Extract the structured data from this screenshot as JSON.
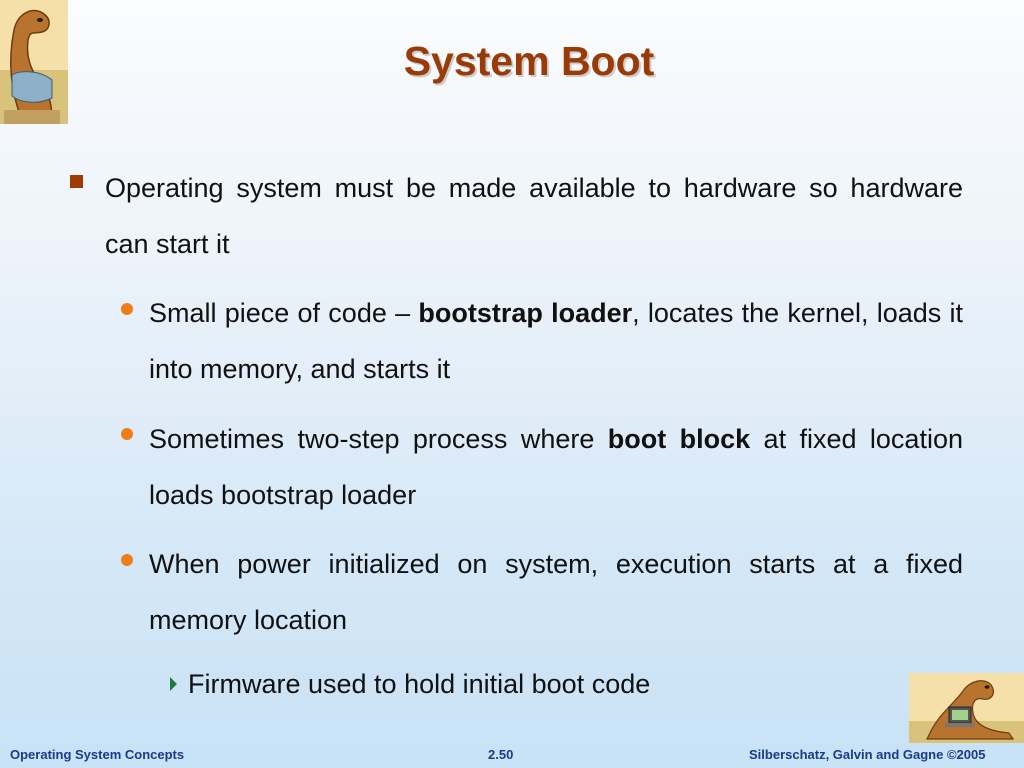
{
  "slide": {
    "title": "System Boot",
    "bullets": [
      {
        "level": 1,
        "parts": [
          {
            "text": "Operating system must be made available to hardware so hardware can start it",
            "bold": false
          }
        ]
      },
      {
        "level": 2,
        "parts": [
          {
            "text": "Small piece of code – ",
            "bold": false
          },
          {
            "text": "bootstrap loader",
            "bold": true
          },
          {
            "text": ", locates the kernel, loads it into memory, and starts it",
            "bold": false
          }
        ]
      },
      {
        "level": 2,
        "parts": [
          {
            "text": "Sometimes two-step process where ",
            "bold": false
          },
          {
            "text": "boot block",
            "bold": true
          },
          {
            "text": " at fixed location loads bootstrap loader",
            "bold": false
          }
        ]
      },
      {
        "level": 2,
        "parts": [
          {
            "text": "When power initialized on system, execution starts at a fixed memory location",
            "bold": false
          }
        ]
      },
      {
        "level": 3,
        "parts": [
          {
            "text": "Firmware used to hold initial boot code",
            "bold": false
          }
        ]
      }
    ]
  },
  "footer": {
    "left": "Operating System Concepts",
    "center": "2.50",
    "right": "Silberschatz, Galvin and Gagne ©2005"
  },
  "colors": {
    "title": "#9a3a06",
    "level1_bullet": "#a23a05",
    "level2_bullet": "#f07e17",
    "level3_bullet": "#1e7c3a",
    "footer_text": "#1a3a8a"
  },
  "icons": {
    "top_logo": "dinosaur-logo-icon",
    "bottom_logo": "dinosaur-computer-icon"
  }
}
